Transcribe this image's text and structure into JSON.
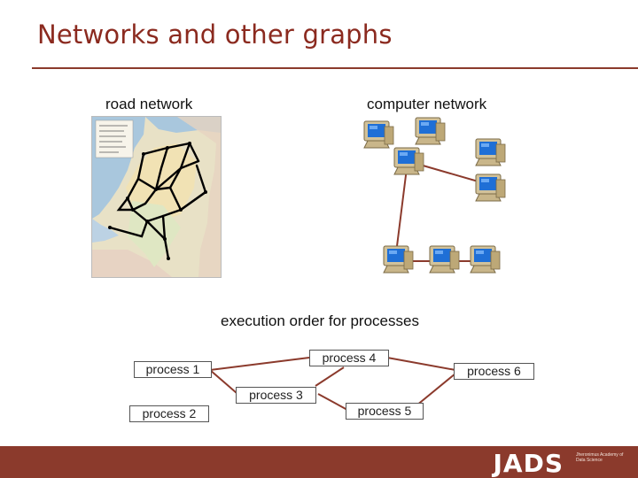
{
  "slide": {
    "title": "Networks and other graphs",
    "accent_color": "#8b3a2c"
  },
  "left_figure": {
    "label": "road network",
    "icon": "netherlands-map-image"
  },
  "right_figure": {
    "label": "computer network",
    "icon": "computer-icon"
  },
  "process_diagram": {
    "label": "execution order for processes",
    "processes": [
      "process 1",
      "process 2",
      "process 3",
      "process 4",
      "process 5",
      "process 6"
    ]
  },
  "footer": {
    "logo_text": "JADS",
    "logo_sub": "Jheronimus Academy of Data Science"
  }
}
